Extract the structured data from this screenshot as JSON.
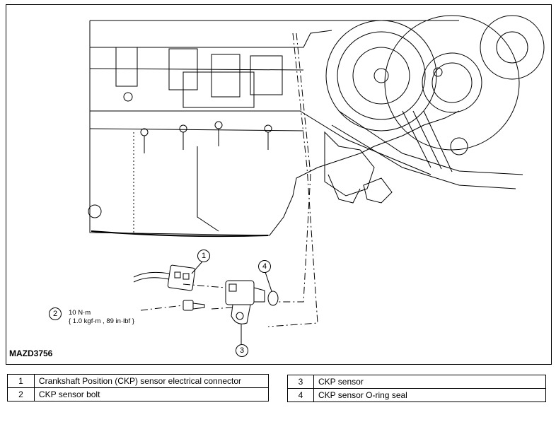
{
  "figure": {
    "figure_id": "MAZD3756",
    "torque_line1": "10 N·m",
    "torque_line2": "{ 1.0 kgf·m , 89 in·lbf }",
    "callouts": {
      "c1": "1",
      "c2": "2",
      "c3": "3",
      "c4": "4"
    }
  },
  "legend": {
    "left": [
      {
        "num": "1",
        "desc": "Crankshaft Position (CKP) sensor electrical connector"
      },
      {
        "num": "2",
        "desc": "CKP sensor bolt"
      }
    ],
    "right": [
      {
        "num": "3",
        "desc": "CKP sensor"
      },
      {
        "num": "4",
        "desc": "CKP sensor O-ring seal"
      }
    ]
  }
}
